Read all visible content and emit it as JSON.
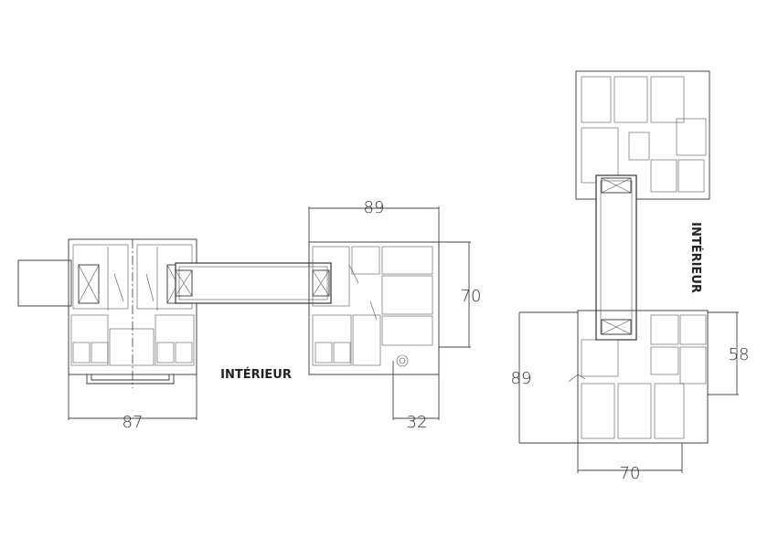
{
  "labels": {
    "interior_left": "INTÉRIEUR",
    "interior_right": "INTÉRIEUR"
  },
  "dimensions": {
    "left_width": "87",
    "middle_top": "89",
    "middle_right": "70",
    "middle_bottom": "32",
    "right_left": "89",
    "right_side": "58",
    "right_bottom": "70"
  }
}
